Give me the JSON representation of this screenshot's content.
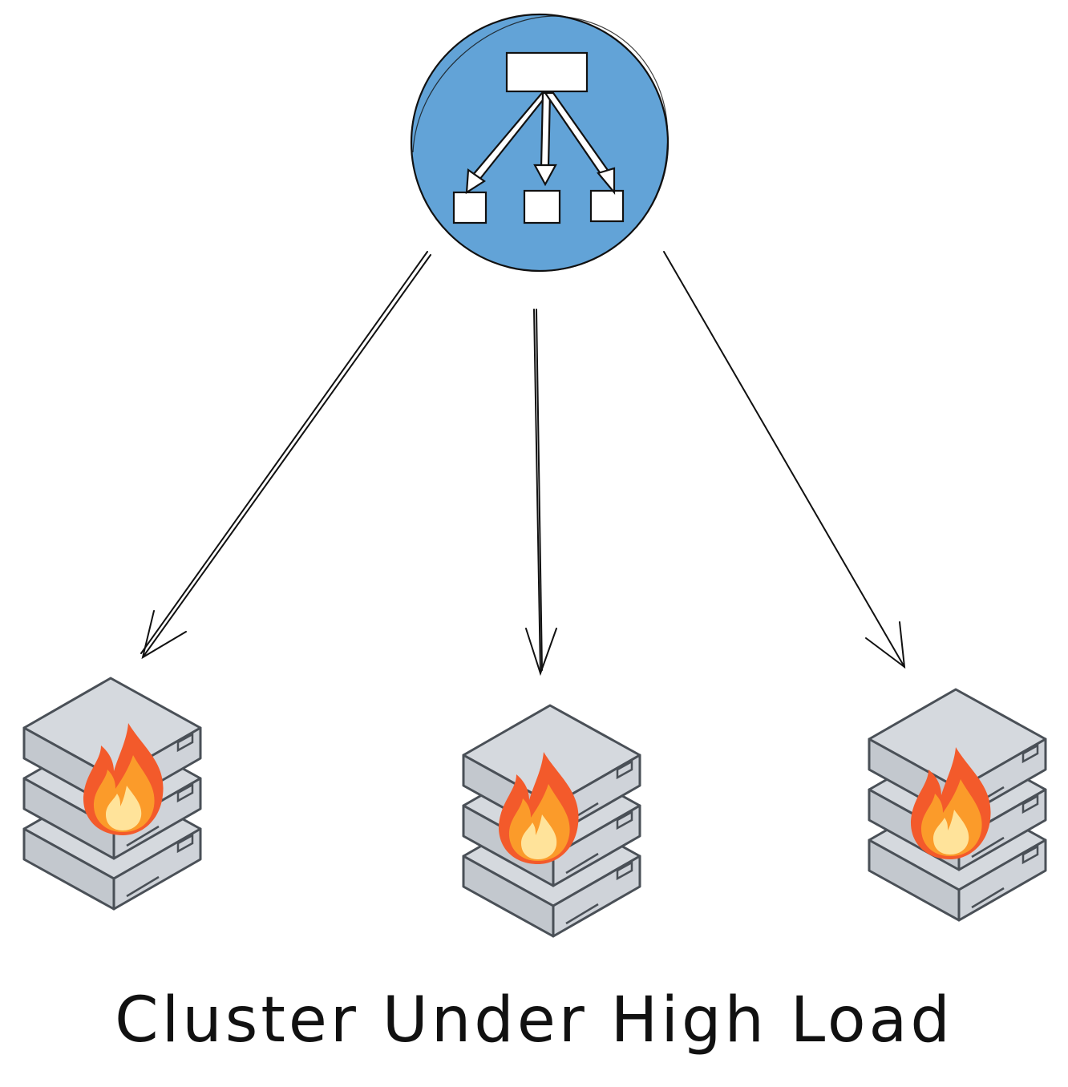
{
  "diagram": {
    "caption": "Cluster Under High Load",
    "colors": {
      "balancer_fill": "#62a3d7",
      "stroke": "#111111",
      "server_face": "#cfd3d9",
      "server_side": "#bcc1c8",
      "server_stroke": "#4a5057",
      "flame_outer": "#f35a2b",
      "flame_mid": "#fb9b2a",
      "flame_inner": "#ffe39a",
      "caption_color": "#111111"
    },
    "nodes": [
      {
        "id": "load-balancer",
        "icon": "load-balancer-icon"
      },
      {
        "id": "server-left",
        "icon": "server-stack-icon",
        "status_icon": "fire-icon"
      },
      {
        "id": "server-center",
        "icon": "server-stack-icon",
        "status_icon": "fire-icon"
      },
      {
        "id": "server-right",
        "icon": "server-stack-icon",
        "status_icon": "fire-icon"
      }
    ],
    "edges": [
      {
        "from": "load-balancer",
        "to": "server-left"
      },
      {
        "from": "load-balancer",
        "to": "server-center"
      },
      {
        "from": "load-balancer",
        "to": "server-right"
      }
    ]
  }
}
